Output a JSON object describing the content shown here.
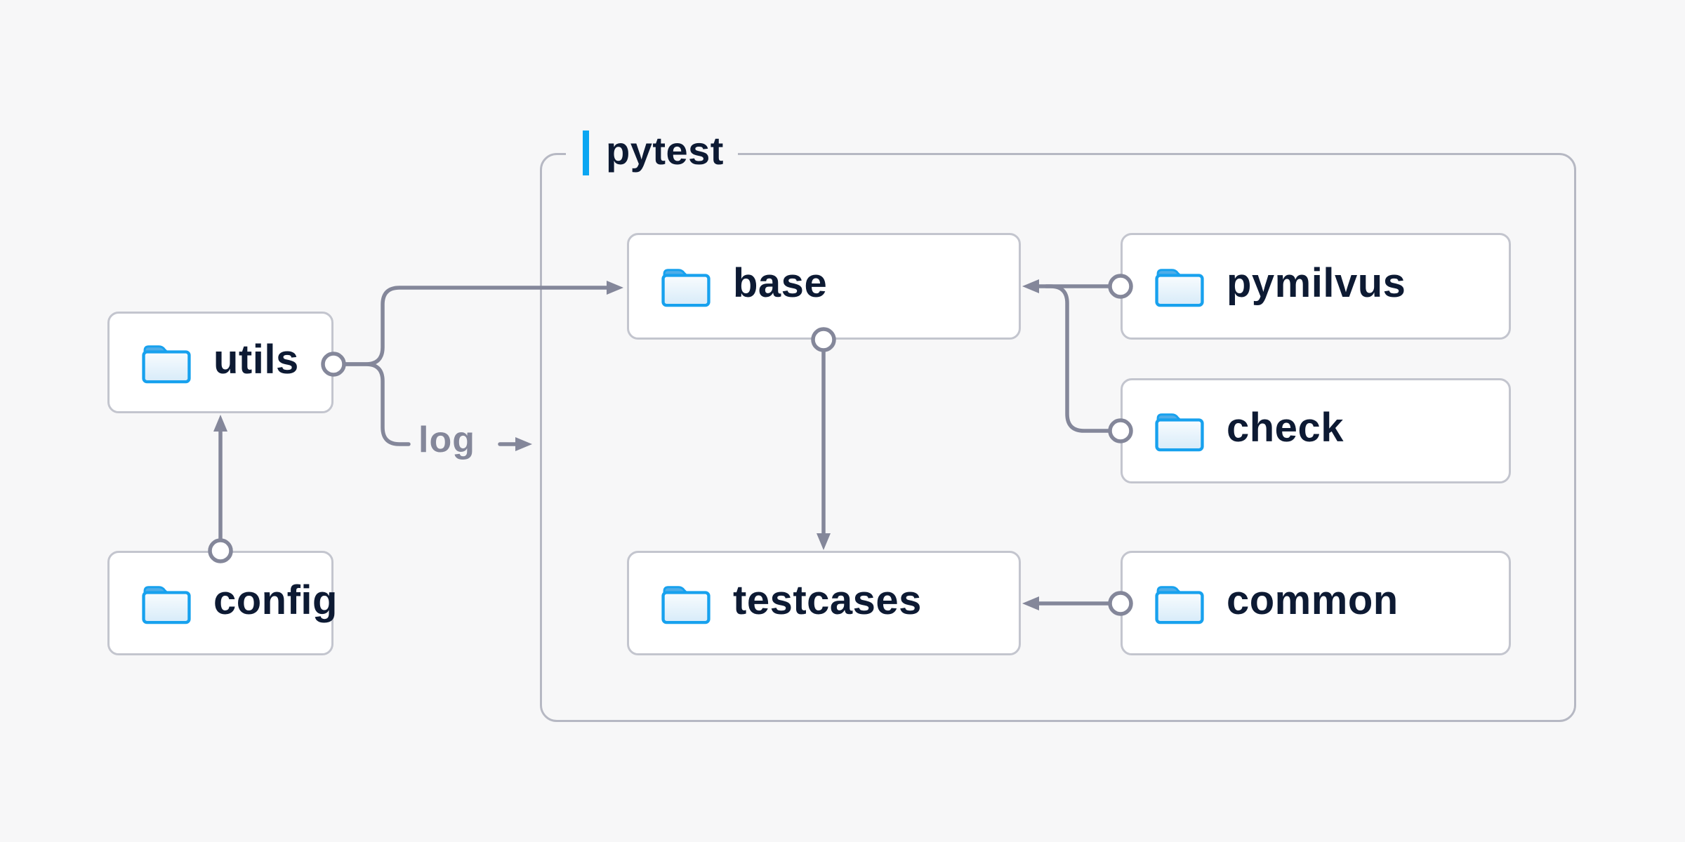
{
  "diagram": {
    "container_label": "pytest",
    "log_label": "log",
    "nodes": {
      "utils": {
        "label": "utils"
      },
      "config": {
        "label": "config"
      },
      "base": {
        "label": "base"
      },
      "pymilvus": {
        "label": "pymilvus"
      },
      "check": {
        "label": "check"
      },
      "testcases": {
        "label": "testcases"
      },
      "common": {
        "label": "common"
      }
    },
    "edges": [
      {
        "from": "utils",
        "to": "base"
      },
      {
        "from": "utils",
        "to": "log"
      },
      {
        "from": "config",
        "to": "utils"
      },
      {
        "from": "base",
        "to": "testcases"
      },
      {
        "from": "pymilvus",
        "to": "base"
      },
      {
        "from": "check",
        "to": "base"
      },
      {
        "from": "common",
        "to": "testcases"
      }
    ],
    "colors": {
      "background": "#f7f7f8",
      "node_fill": "#ffffff",
      "node_border": "#c3c5ce",
      "container_border": "#b6b8c3",
      "connector": "#84879a",
      "text": "#0d1a33",
      "accent": "#0ba6f2",
      "folder_stroke": "#17a1ee",
      "folder_tab": "#4fade8"
    }
  }
}
